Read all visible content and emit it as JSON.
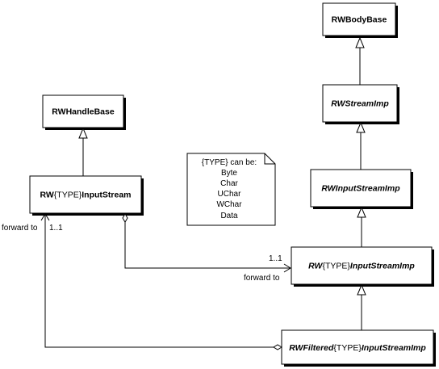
{
  "classes": {
    "rw_body_base": {
      "label": "RWBodyBase"
    },
    "rw_stream_imp": {
      "label": "RWStreamImp"
    },
    "rw_input_stream_imp": {
      "label": "RWInputStreamImp"
    },
    "rw_type_input_stream_imp": {
      "prefix": "RW",
      "middle": "{TYPE}",
      "suffix": "InputStreamImp"
    },
    "rw_filtered_type_input_stream_imp": {
      "prefix": "RWFiltered",
      "middle": "{TYPE}",
      "suffix": "InputStreamImp"
    },
    "rw_handle_base": {
      "label": "RWHandleBase"
    },
    "rw_type_input_stream": {
      "prefix": "RW",
      "middle": "{TYPE}",
      "suffix": "InputStream"
    }
  },
  "note": {
    "lines": [
      "{TYPE} can be:",
      "Byte",
      "Char",
      "UChar",
      "WChar",
      "Data"
    ]
  },
  "associations": {
    "stream_to_imp": {
      "role": "forward to",
      "multiplicity": "1..1"
    },
    "filtered_to_stream": {
      "role": "forward to",
      "multiplicity": "1..1"
    }
  },
  "colors": {
    "line": "#000000",
    "fill": "#ffffff",
    "shadow": "#000000"
  }
}
